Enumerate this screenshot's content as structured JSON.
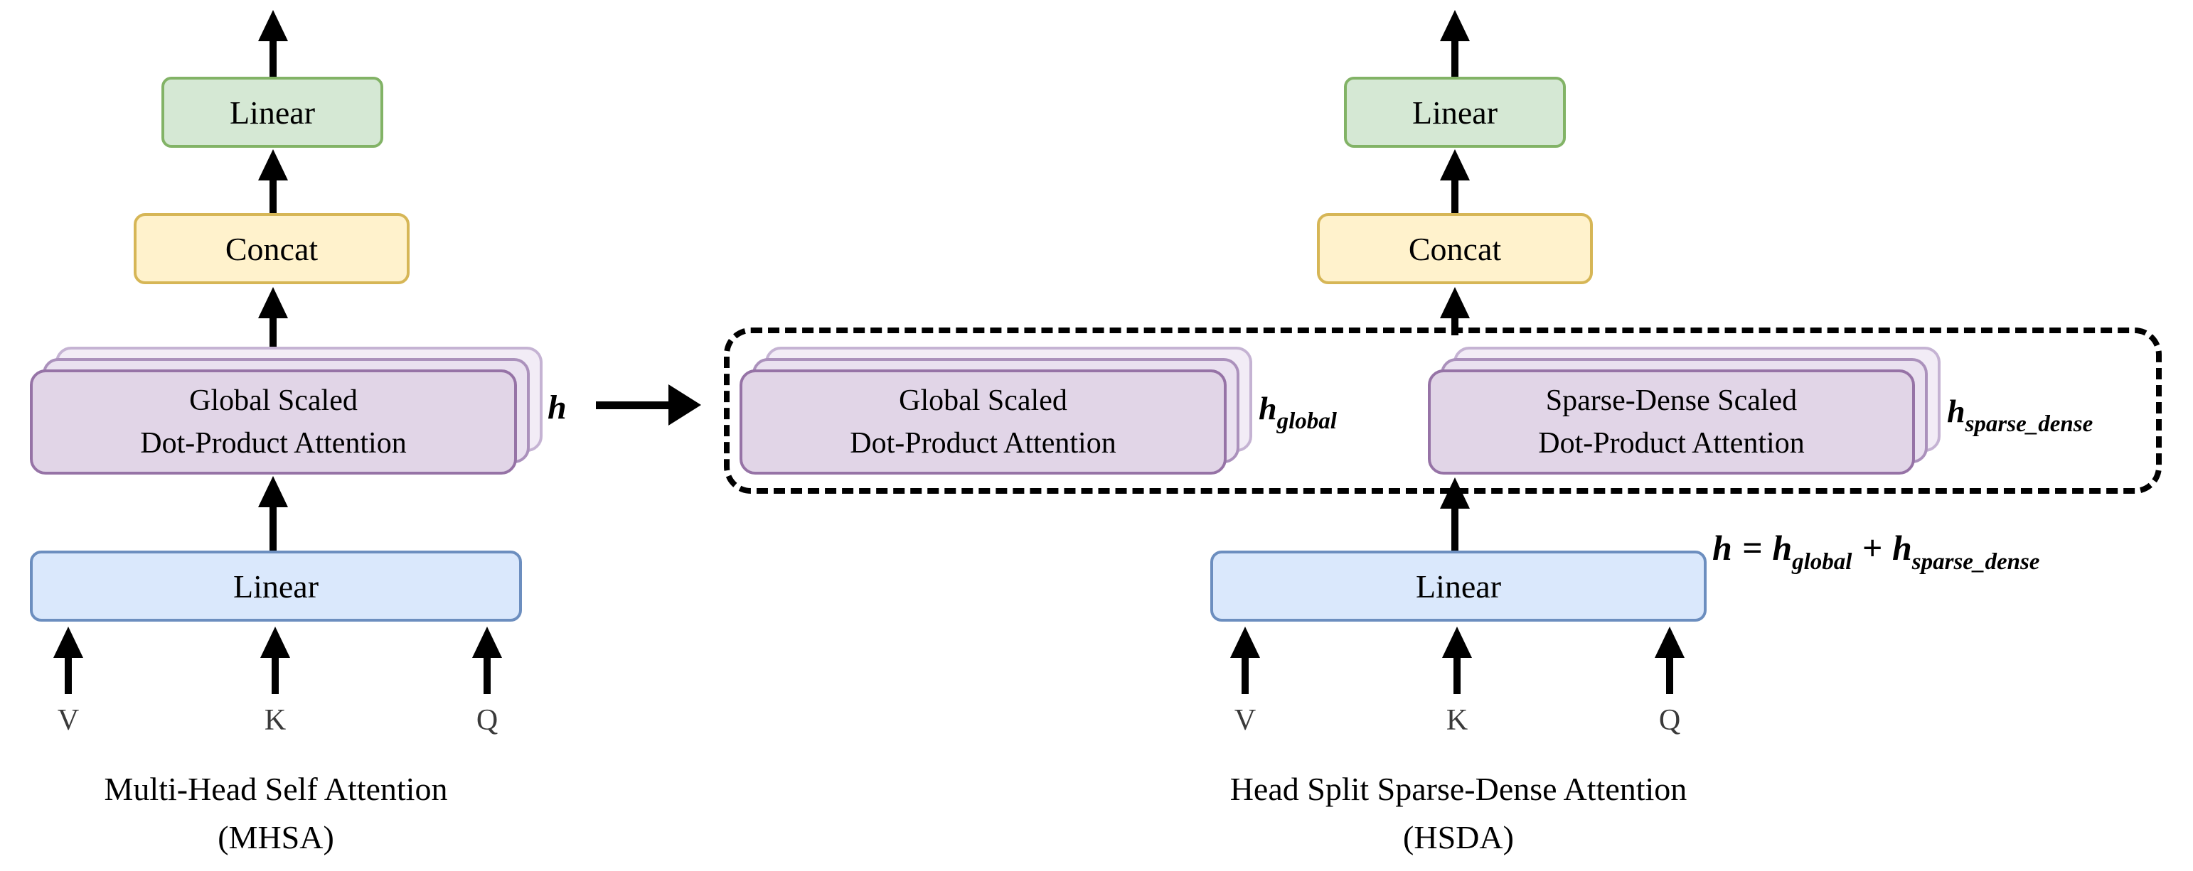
{
  "colors": {
    "green_fill": "#d5e8d4",
    "green_stroke": "#82b366",
    "yellow_fill": "#fff2cc",
    "yellow_stroke": "#d6b656",
    "blue_fill": "#dae8fc",
    "blue_stroke": "#6c8ebf",
    "purple_fill": "#e1d5e7",
    "purple_stroke": "#9673a6",
    "arrow": "#000000",
    "dashed_border": "#000000",
    "io_label": "#3a3a3a"
  },
  "left": {
    "top_linear": "Linear",
    "concat": "Concat",
    "stack": {
      "line1": "Global Scaled",
      "line2": "Dot-Product Attention",
      "label": "h"
    },
    "bottom_linear": "Linear",
    "inputs": [
      "V",
      "K",
      "Q"
    ],
    "title": "Multi-Head Self Attention",
    "subtitle": "(MHSA)"
  },
  "right": {
    "top_linear": "Linear",
    "concat": "Concat",
    "global_stack": {
      "line1": "Global Scaled",
      "line2": "Dot-Product Attention"
    },
    "global_label": {
      "base": "h",
      "sub": "global"
    },
    "sparse_stack": {
      "line1": "Sparse-Dense Scaled",
      "line2": "Dot-Product Attention"
    },
    "sparse_label": {
      "base": "h",
      "sub": "sparse_dense"
    },
    "equation": {
      "lhs": "h",
      "rel": "=",
      "t1_base": "h",
      "t1_sub": "global",
      "op": "+",
      "t2_base": "h",
      "t2_sub": "sparse_dense"
    },
    "bottom_linear": "Linear",
    "inputs": [
      "V",
      "K",
      "Q"
    ],
    "title": "Head Split Sparse-Dense Attention",
    "subtitle": "(HSDA)"
  }
}
